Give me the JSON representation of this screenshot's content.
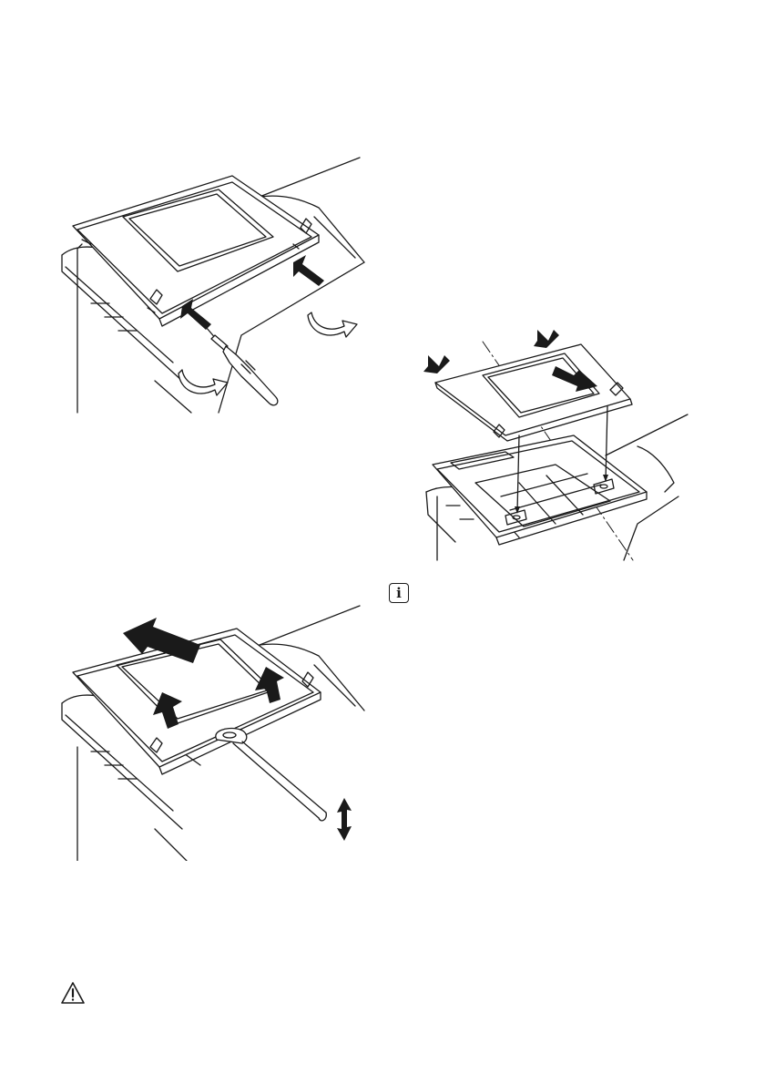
{
  "figures": [
    {
      "name": "door-hinge-screwdriver-figure",
      "icon": "oven-door-hinge-screwdriver"
    },
    {
      "name": "glass-panel-assembly-figure",
      "icon": "oven-door-glass-panel-assembly"
    },
    {
      "name": "lift-door-glass-figure",
      "icon": "oven-door-glass-lift"
    }
  ],
  "icons": {
    "info": "info-icon",
    "info_glyph": "i",
    "warning": "warning-triangle-icon"
  },
  "colors": {
    "line": "#1a1a1a",
    "background": "#ffffff",
    "shade": "#d8d8d8"
  }
}
